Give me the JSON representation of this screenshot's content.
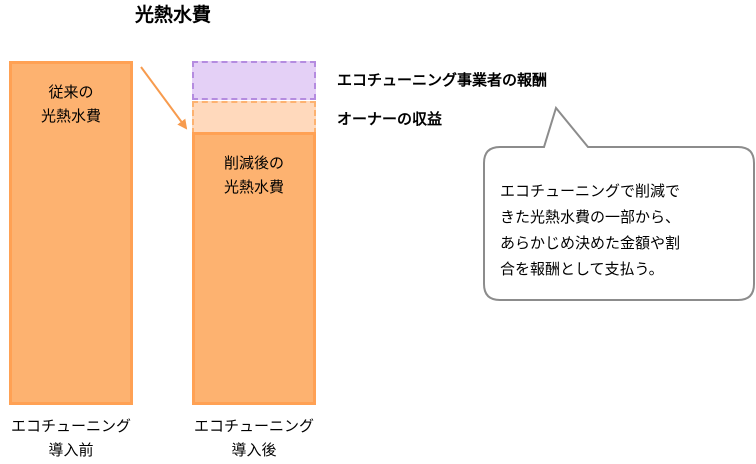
{
  "title": "光熱水費",
  "bars": {
    "before": {
      "label_line1": "従来の",
      "label_line2": "光熱水費"
    },
    "after": {
      "label_line1": "削減後の",
      "label_line2": "光熱水費"
    }
  },
  "segments": {
    "reward": "エコチューニング事業者の報酬",
    "owner": "オーナーの収益"
  },
  "axis": {
    "before": {
      "line1": "エコチューニング",
      "line2": "導入前"
    },
    "after": {
      "line1": "エコチューニング",
      "line2": "導入後"
    }
  },
  "callout": {
    "line1": "エコチューニングで削減で",
    "line2": "きた光熱水費の一部から、",
    "line3": "あらかじめ決めた金額や割",
    "line4": "合を報酬として支払う。"
  },
  "colors": {
    "bar_fill": "#FDB270",
    "bar_border": "#FFA154",
    "reward_fill": "#E4D0F6",
    "reward_border": "#B58CE0",
    "owner_fill": "#FFD9BC",
    "arrow": "#F79B4E",
    "callout_border": "#8C8C8C"
  }
}
